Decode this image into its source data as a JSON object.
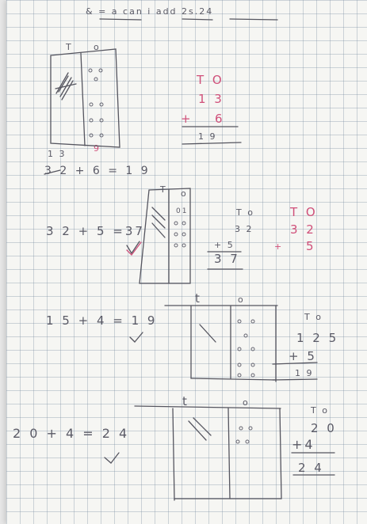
{
  "title": "& = a can i add 2s.24",
  "problem1": {
    "block_labels": [
      "T",
      "o"
    ],
    "below_block": "1 3",
    "below_sum": "9",
    "equation": "3 2 + 6 = 1 9",
    "column": {
      "header": "T O",
      "row1": "1 3",
      "row2": "6",
      "plus": "+",
      "answer": "1 9"
    }
  },
  "problem2": {
    "equation": "3 2 + 5 =37",
    "block_labels": [
      "T",
      "o"
    ],
    "block_ones": "01",
    "column_a": {
      "header": "T o",
      "row1": "3 2",
      "row2": "+ 5",
      "answer": "3 7"
    },
    "column_b": {
      "header": "T O",
      "row1": "3 2",
      "plus": "+",
      "row2": "5"
    }
  },
  "problem3": {
    "equation": "1 5 + 4 = 1 9",
    "block_labels": [
      "t",
      "o"
    ],
    "column": {
      "header": "T o",
      "row1": "1 2 5",
      "row2": "+ 5",
      "answer": "1 9"
    }
  },
  "problem4": {
    "equation": "2 0 + 4 = 2 4",
    "block_labels": [
      "t",
      "o"
    ],
    "column": {
      "header": "T o",
      "row1": "2 0",
      "row2": "+4",
      "answer": "2 4"
    }
  }
}
